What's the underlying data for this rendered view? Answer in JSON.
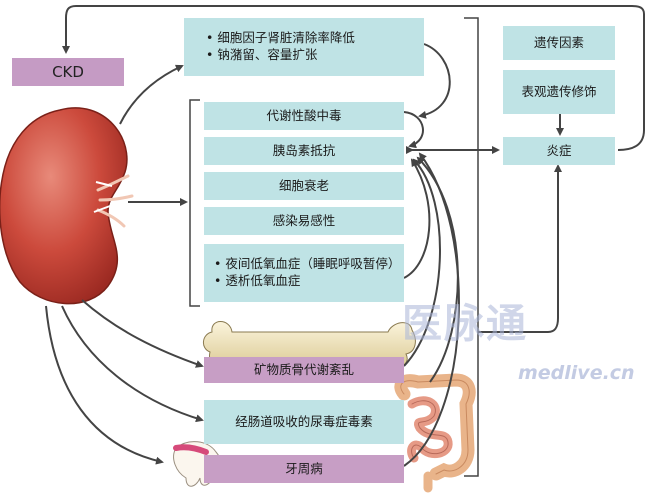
{
  "ckd": "CKD",
  "top_box": [
    "细胞因子肾脏清除率降低",
    "钠潴留、容量扩张"
  ],
  "middle_boxes": [
    "代谢性酸中毒",
    "胰岛素抵抗",
    "细胞衰老",
    "感染易感性"
  ],
  "hypoxia_box": [
    "夜间低氧血症（睡眠呼吸暂停）",
    "透析低氧血症"
  ],
  "mineral_box": "矿物质骨代谢紊乱",
  "gut_box": "经肠道吸收的尿毒症毒素",
  "dental_box": "牙周病",
  "right_boxes": {
    "genetic": "遗传因素",
    "epigenetic": "表观遗传修饰",
    "inflammation": "炎症"
  },
  "bullet": "•",
  "watermark": {
    "logo": "医脉通",
    "text": "medlive.cn"
  },
  "colors": {
    "teal": "#bfe3e5",
    "mauve": "#c79ec5",
    "arrow": "#444444",
    "kidney": "#c9493c"
  }
}
